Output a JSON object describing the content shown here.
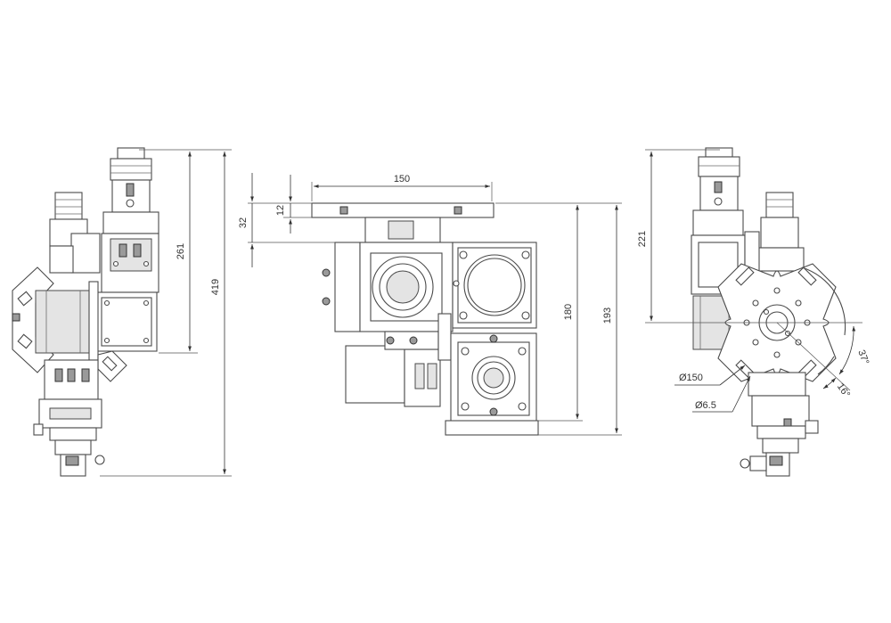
{
  "dimensions": {
    "left_height_upper": "261",
    "left_height_total": "419",
    "center_width": "150",
    "center_offset_small": "12",
    "center_offset_large": "32",
    "center_height_inner": "180",
    "center_height_outer": "193",
    "right_height": "221",
    "right_angle_large": "37°",
    "right_angle_small": "16°",
    "right_diameter_large": "Ø150",
    "right_diameter_small": "Ø6.5"
  }
}
